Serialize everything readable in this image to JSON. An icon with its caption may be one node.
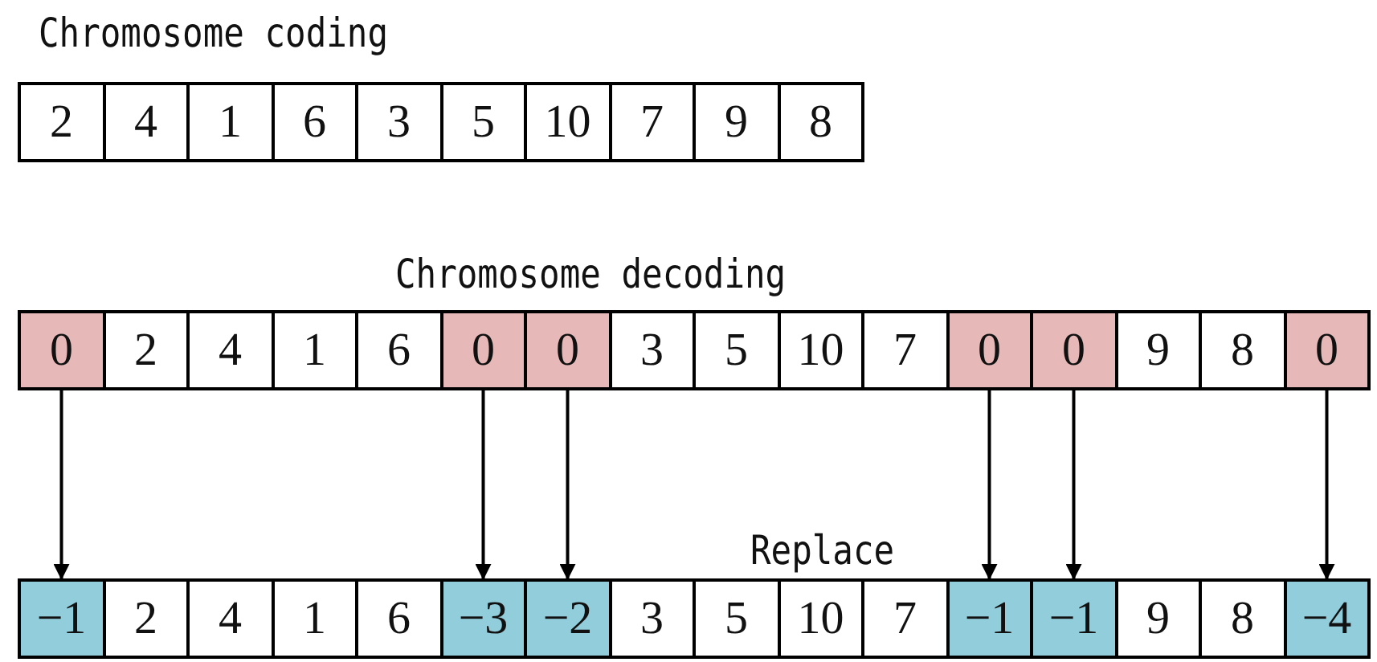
{
  "diagram": {
    "nodes": [
      {
        "text": [
          "2"
        ]
      },
      {
        "text": [
          "4"
        ]
      },
      {
        "text": [
          "1"
        ]
      },
      {
        "text": [
          "6"
        ]
      },
      {
        "text": [
          "3"
        ]
      },
      {
        "text": [
          "5"
        ]
      },
      {
        "text": [
          "10"
        ]
      },
      {
        "text": [
          "7"
        ]
      },
      {
        "text": [
          "9"
        ]
      },
      {
        "text": [
          "8"
        ]
      },
      {
        "text": [
          "0"
        ]
      },
      {
        "text": [
          "2"
        ]
      },
      {
        "text": [
          "4"
        ]
      },
      {
        "text": [
          "1"
        ]
      },
      {
        "text": [
          "6"
        ]
      },
      {
        "text": [
          "0"
        ]
      },
      {
        "text": [
          "0"
        ]
      },
      {
        "text": [
          "3"
        ]
      },
      {
        "text": [
          "5"
        ]
      },
      {
        "text": [
          "10"
        ]
      },
      {
        "text": [
          "7"
        ]
      },
      {
        "text": [
          "0"
        ]
      },
      {
        "text": [
          "0"
        ]
      },
      {
        "text": [
          "9"
        ]
      },
      {
        "text": [
          "8"
        ]
      },
      {
        "text": [
          "0"
        ]
      },
      {
        "text": [
          "−1"
        ]
      },
      {
        "text": [
          "2"
        ]
      },
      {
        "text": [
          "4"
        ]
      },
      {
        "text": [
          "1"
        ]
      },
      {
        "text": [
          "6"
        ]
      },
      {
        "text": [
          "−3"
        ]
      },
      {
        "text": [
          "−2"
        ]
      },
      {
        "text": [
          "3"
        ]
      },
      {
        "text": [
          "5"
        ]
      },
      {
        "text": [
          "10"
        ]
      },
      {
        "text": [
          "7"
        ]
      },
      {
        "text": [
          "−1"
        ]
      },
      {
        "text": [
          "−1"
        ]
      },
      {
        "text": [
          "9"
        ]
      },
      {
        "text": [
          "8"
        ]
      },
      {
        "text": [
          "−4"
        ]
      }
    ],
    "edges": [
      {
        "from": 10,
        "to": 26,
        "arrow": "to"
      },
      {
        "from": 15,
        "to": 31,
        "arrow": "to"
      },
      {
        "from": 16,
        "to": 32,
        "arrow": "to"
      },
      {
        "from": 21,
        "to": 37,
        "arrow": "to"
      },
      {
        "from": 22,
        "to": 38,
        "arrow": "to"
      },
      {
        "from": 25,
        "to": 41,
        "arrow": "to"
      }
    ],
    "labels": [
      "Chromosome coding",
      "Chromosome decoding",
      "Replace"
    ]
  }
}
